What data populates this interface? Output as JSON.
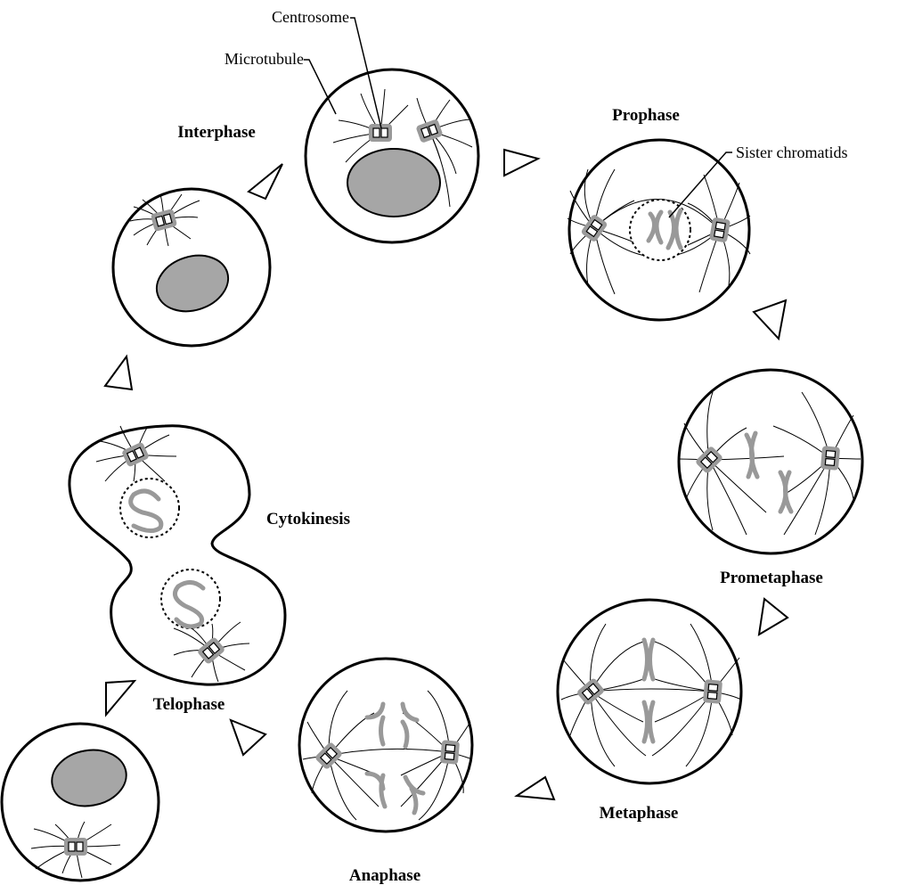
{
  "labels": {
    "centrosome": "Centrosome",
    "microtubule": "Microtubule",
    "sister_chromatids": "Sister chromatids"
  },
  "phases": {
    "interphase_top": "Interphase",
    "prophase": "Prophase",
    "prometaphase": "Prometaphase",
    "metaphase": "Metaphase",
    "anaphase": "Anaphase",
    "telophase": "Telophase",
    "cytokinesis": "Cytokinesis"
  },
  "colors": {
    "outline": "#000000",
    "nucleus": "#a6a6a6",
    "chromosome": "#999999",
    "centrosome_halo": "#9a9a9a"
  }
}
